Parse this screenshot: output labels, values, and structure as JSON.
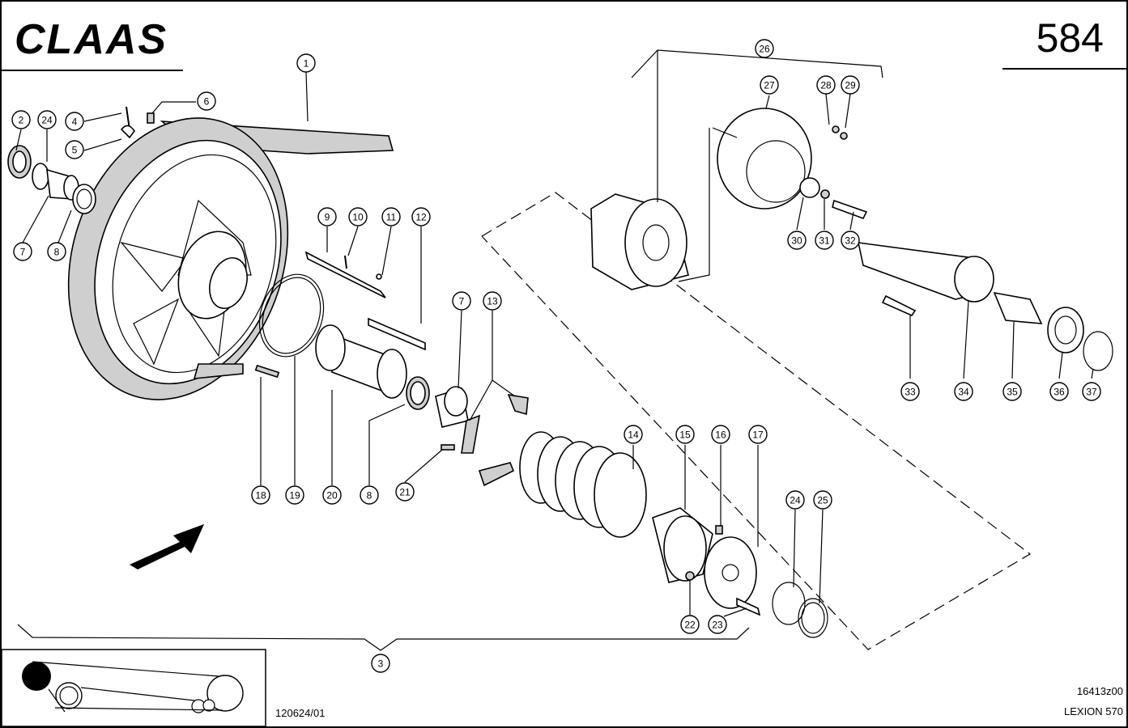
{
  "header": {
    "brand": "CLAAS",
    "page_number": "584"
  },
  "footer": {
    "drawing_ref": "120624/01",
    "figure_code": "16413z00",
    "model": "LEXION 570"
  },
  "callouts": [
    {
      "id": "c1",
      "label": "1"
    },
    {
      "id": "c2",
      "label": "2"
    },
    {
      "id": "c24a",
      "label": "24"
    },
    {
      "id": "c4",
      "label": "4"
    },
    {
      "id": "c5",
      "label": "5"
    },
    {
      "id": "c6",
      "label": "6"
    },
    {
      "id": "c7a",
      "label": "7"
    },
    {
      "id": "c8a",
      "label": "8"
    },
    {
      "id": "c9",
      "label": "9"
    },
    {
      "id": "c10",
      "label": "10"
    },
    {
      "id": "c11",
      "label": "11"
    },
    {
      "id": "c12",
      "label": "12"
    },
    {
      "id": "c7b",
      "label": "7"
    },
    {
      "id": "c13",
      "label": "13"
    },
    {
      "id": "c18",
      "label": "18"
    },
    {
      "id": "c19",
      "label": "19"
    },
    {
      "id": "c20",
      "label": "20"
    },
    {
      "id": "c8b",
      "label": "8"
    },
    {
      "id": "c21",
      "label": "21"
    },
    {
      "id": "c14",
      "label": "14"
    },
    {
      "id": "c15",
      "label": "15"
    },
    {
      "id": "c16",
      "label": "16"
    },
    {
      "id": "c17",
      "label": "17"
    },
    {
      "id": "c22",
      "label": "22"
    },
    {
      "id": "c23",
      "label": "23"
    },
    {
      "id": "c24b",
      "label": "24"
    },
    {
      "id": "c25",
      "label": "25"
    },
    {
      "id": "c3",
      "label": "3"
    },
    {
      "id": "c26",
      "label": "26"
    },
    {
      "id": "c27",
      "label": "27"
    },
    {
      "id": "c28",
      "label": "28"
    },
    {
      "id": "c29",
      "label": "29"
    },
    {
      "id": "c30",
      "label": "30"
    },
    {
      "id": "c31",
      "label": "31"
    },
    {
      "id": "c32",
      "label": "32"
    },
    {
      "id": "c33",
      "label": "33"
    },
    {
      "id": "c34",
      "label": "34"
    },
    {
      "id": "c35",
      "label": "35"
    },
    {
      "id": "c36",
      "label": "36"
    },
    {
      "id": "c37",
      "label": "37"
    }
  ]
}
